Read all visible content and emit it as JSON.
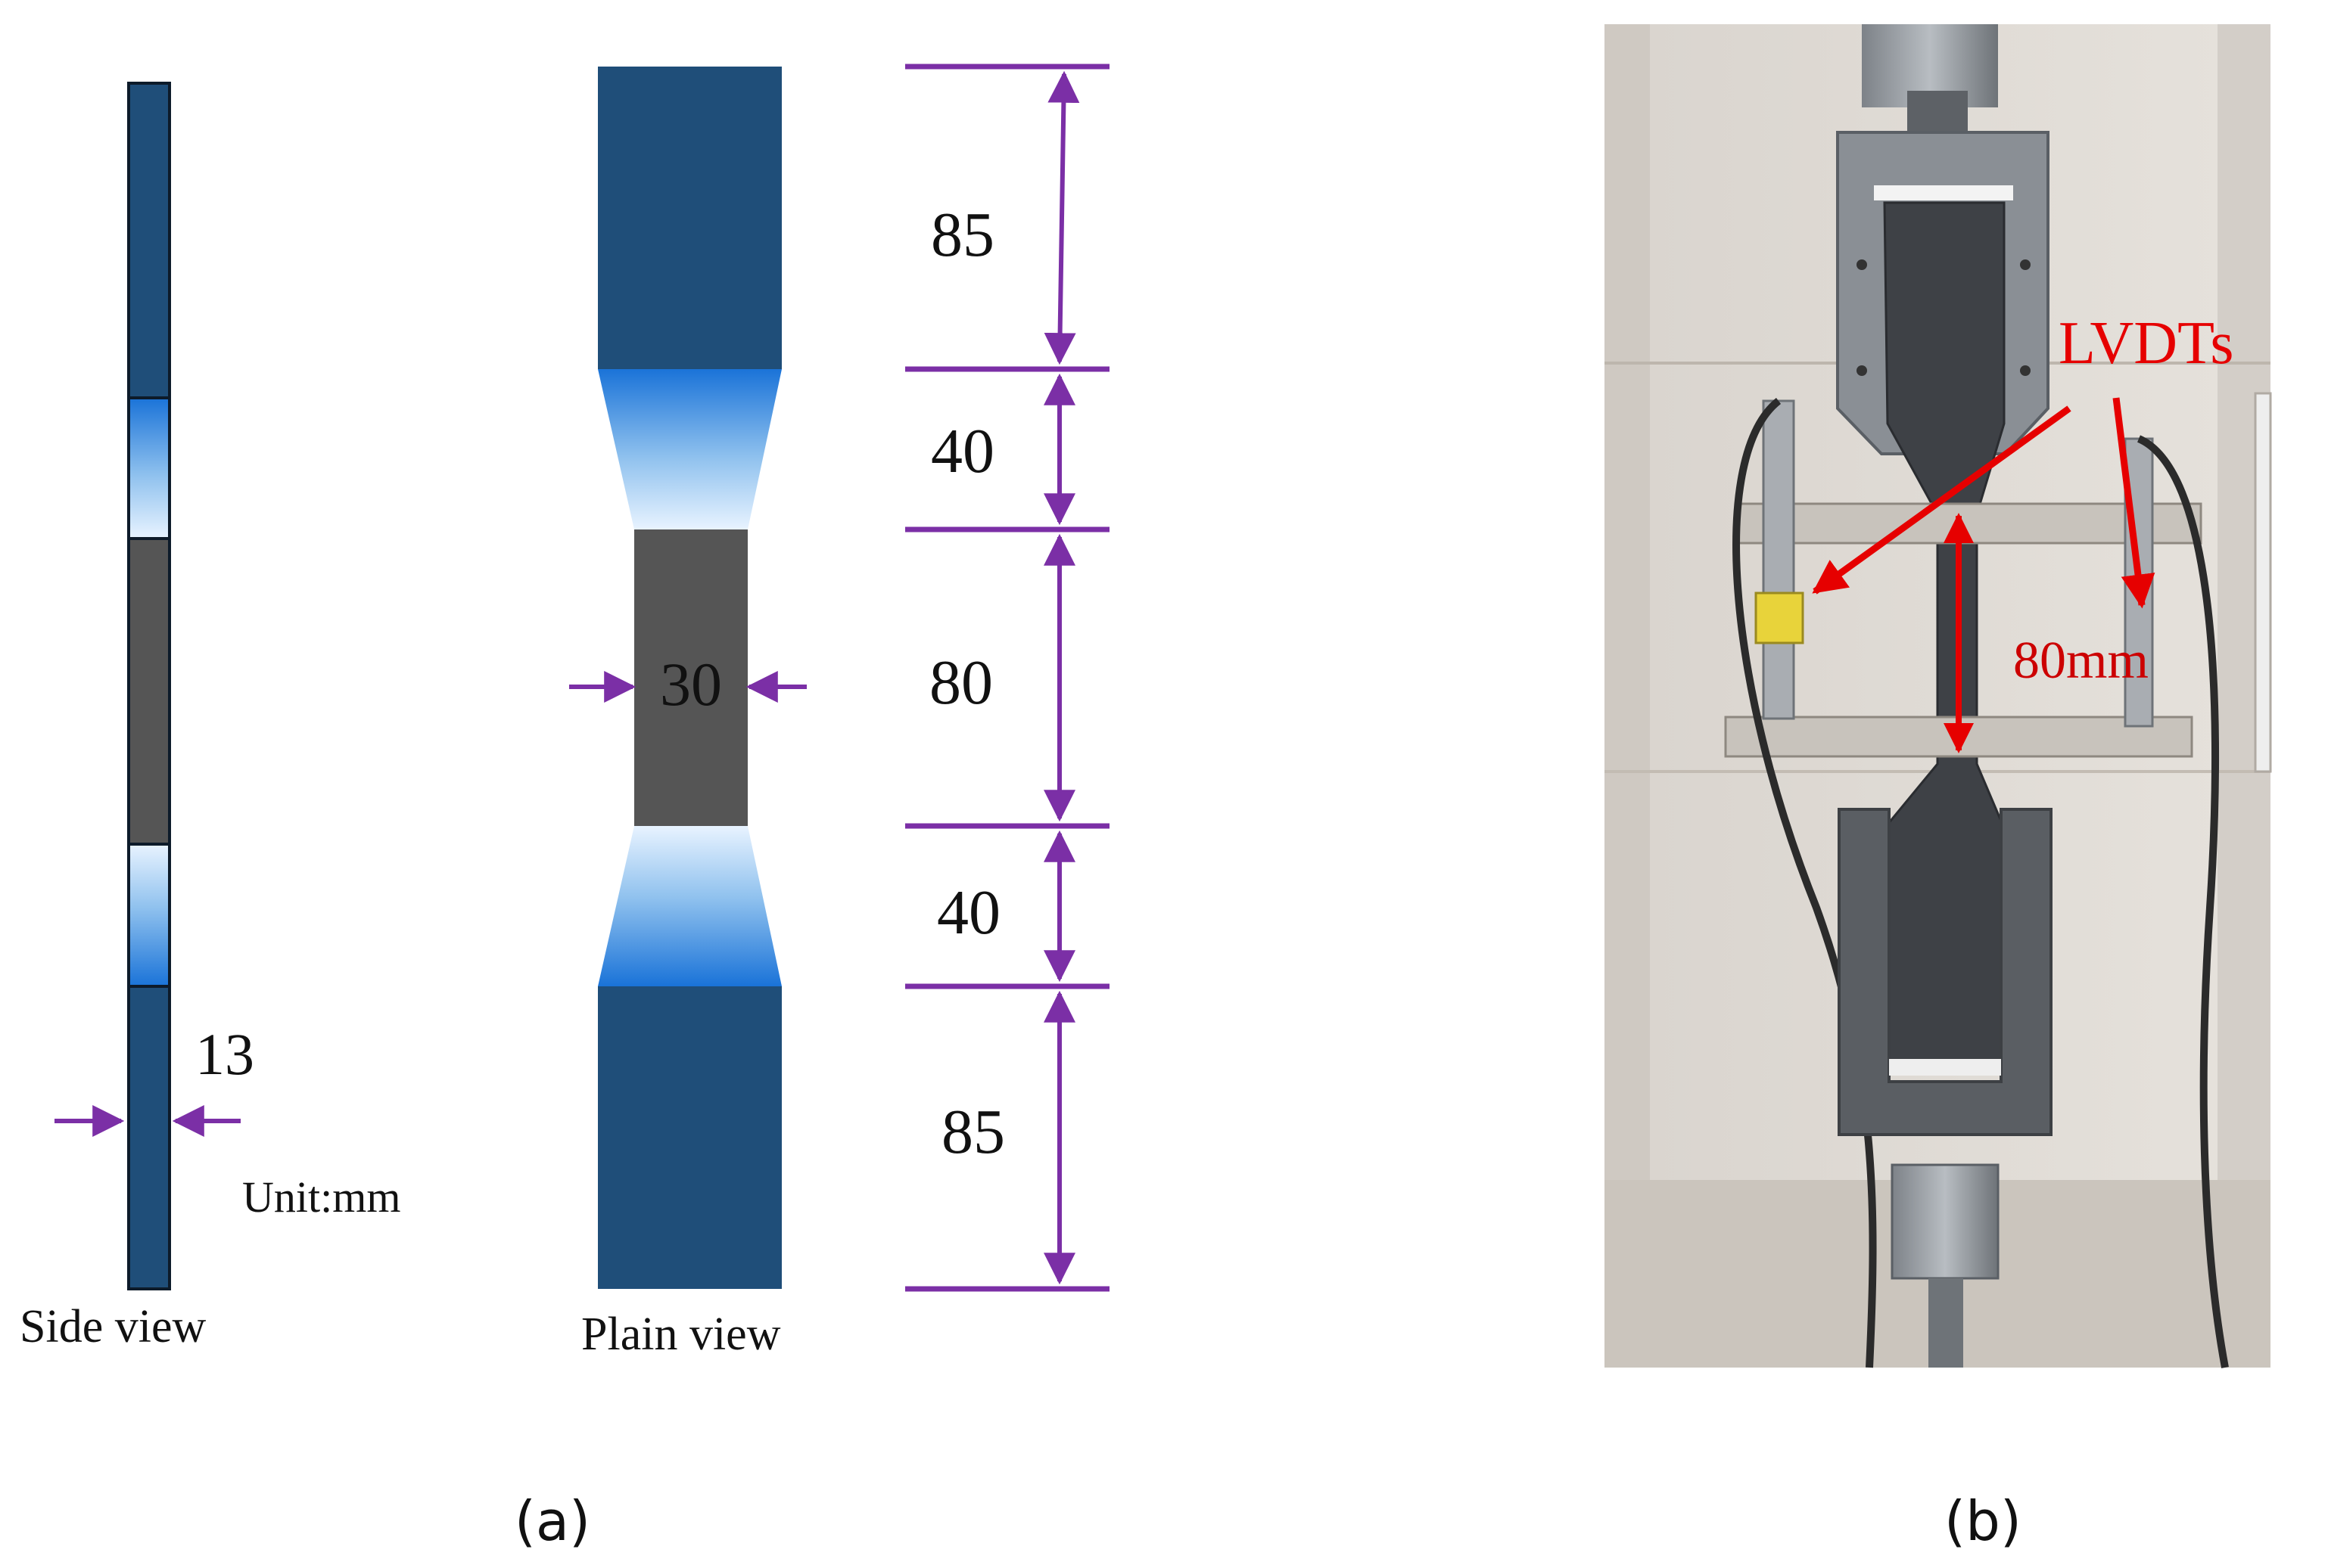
{
  "colors": {
    "dimension": "#7b2fa6",
    "grip": "#1f4e79",
    "transition_blue": "#1a73d8",
    "gauge": "#555555",
    "photo_annotation": "#e60000",
    "photo_label": "#cc0000"
  },
  "diagram_a": {
    "side_view_label": "Side view",
    "plain_view_label": "Plain view",
    "unit_label": "Unit:mm",
    "thickness": "13",
    "width": "30",
    "segments": [
      "85",
      "40",
      "80",
      "40",
      "85"
    ],
    "caption": "(a)"
  },
  "photo_b": {
    "lvdt_label": "LVDTs",
    "gauge_label": "80mm",
    "caption": "(b)"
  }
}
